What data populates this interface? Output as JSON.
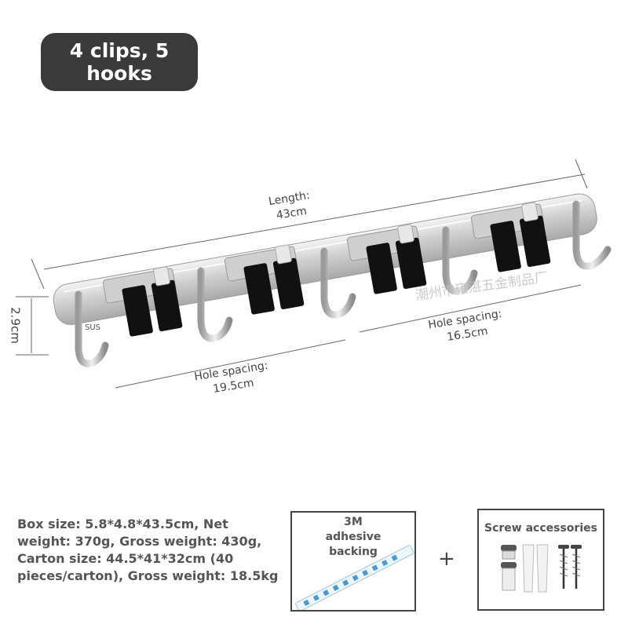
{
  "badge": {
    "line1": "4 clips, 5",
    "line2": "hooks"
  },
  "dimensions": {
    "length_label": "Length:",
    "length_value": "43cm",
    "height_value": "2.9cm",
    "hole_spacing_left_label": "Hole spacing:",
    "hole_spacing_left_value": "19.5cm",
    "hole_spacing_right_label": "Hole spacing:",
    "hole_spacing_right_value": "16.5cm"
  },
  "rack": {
    "engraving": "SUS",
    "watermark": "潮州市雍湛五金制品厂"
  },
  "specs": {
    "lines": [
      "Box size: 5.8*4.8*43.5cm, Net",
      "weight: 370g, Gross weight: 430g,",
      "Carton size: 44.5*41*32cm (40",
      "pieces/carton), Gross weight: 18.5kg"
    ]
  },
  "adhesive_box": {
    "line1": "3M",
    "line2": "adhesive",
    "line3": "backing"
  },
  "plus_sign": "+",
  "screw_box": {
    "title": "Screw accessories"
  },
  "colors": {
    "badge_bg": "#3a3a3a",
    "rack_steel": "#d8d8d8",
    "clip": "#111111"
  }
}
